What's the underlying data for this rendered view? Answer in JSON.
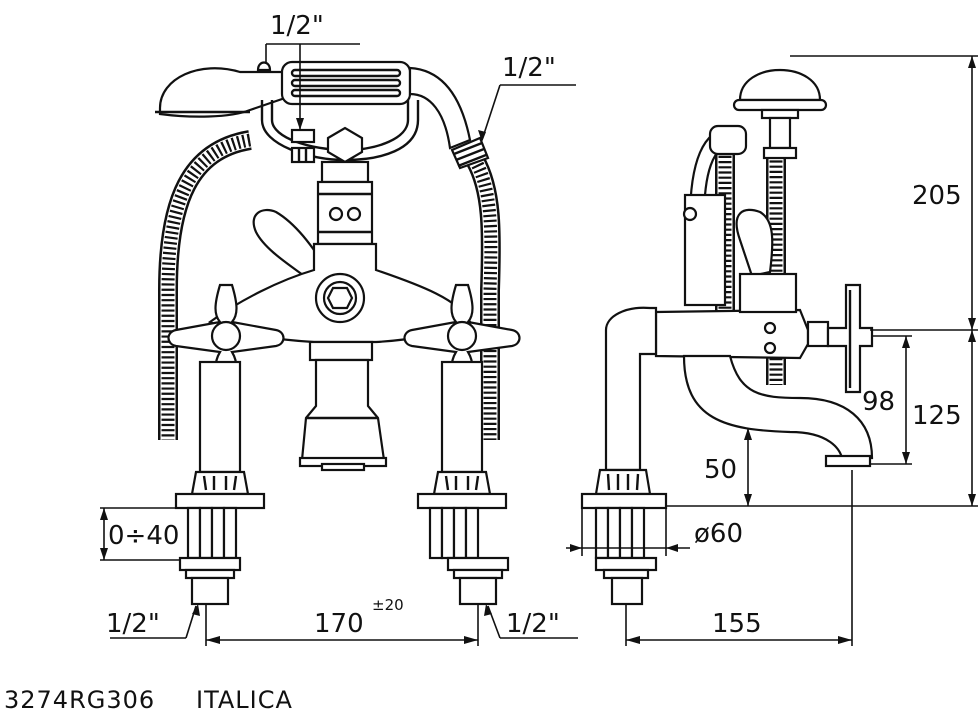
{
  "dimensions": {
    "top_left_thread": "1/2\"",
    "top_right_thread": "1/2\"",
    "bottom_left_thread": "1/2\"",
    "bottom_right_thread": "1/2\"",
    "center_distance": "170",
    "center_tolerance": "±20",
    "adjustment_range": "0÷40",
    "height_total": "205",
    "height_spout": "125",
    "height_handle": "98",
    "height_outlet": "50",
    "flange_diameter": "ø60",
    "projection": "155"
  },
  "caption": {
    "code": "3274RG306",
    "name": "ITALICA"
  }
}
